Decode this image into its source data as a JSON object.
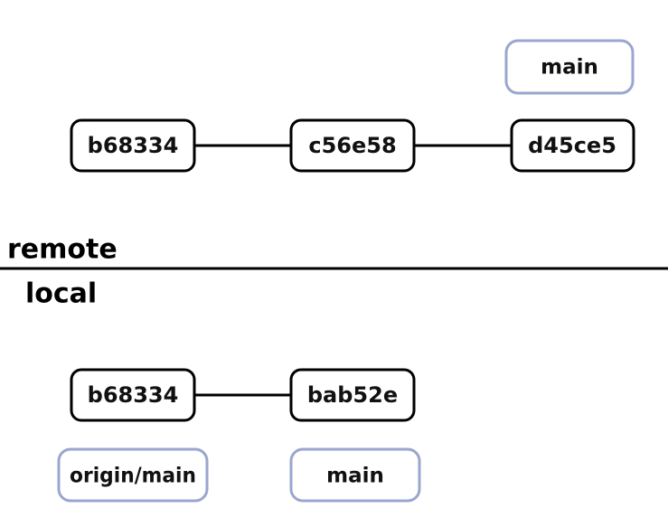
{
  "colors": {
    "commit_border": "#000000",
    "ref_border": "#9aa6cf",
    "edge": "#000000",
    "divider": "#000000"
  },
  "remote": {
    "label": "remote",
    "commits": [
      "b68334",
      "c56e58",
      "d45ce5"
    ],
    "branch": "main"
  },
  "local": {
    "label": "local",
    "commits": [
      "b68334",
      "bab52e"
    ],
    "remote_tracking": "origin/main",
    "branch": "main"
  }
}
